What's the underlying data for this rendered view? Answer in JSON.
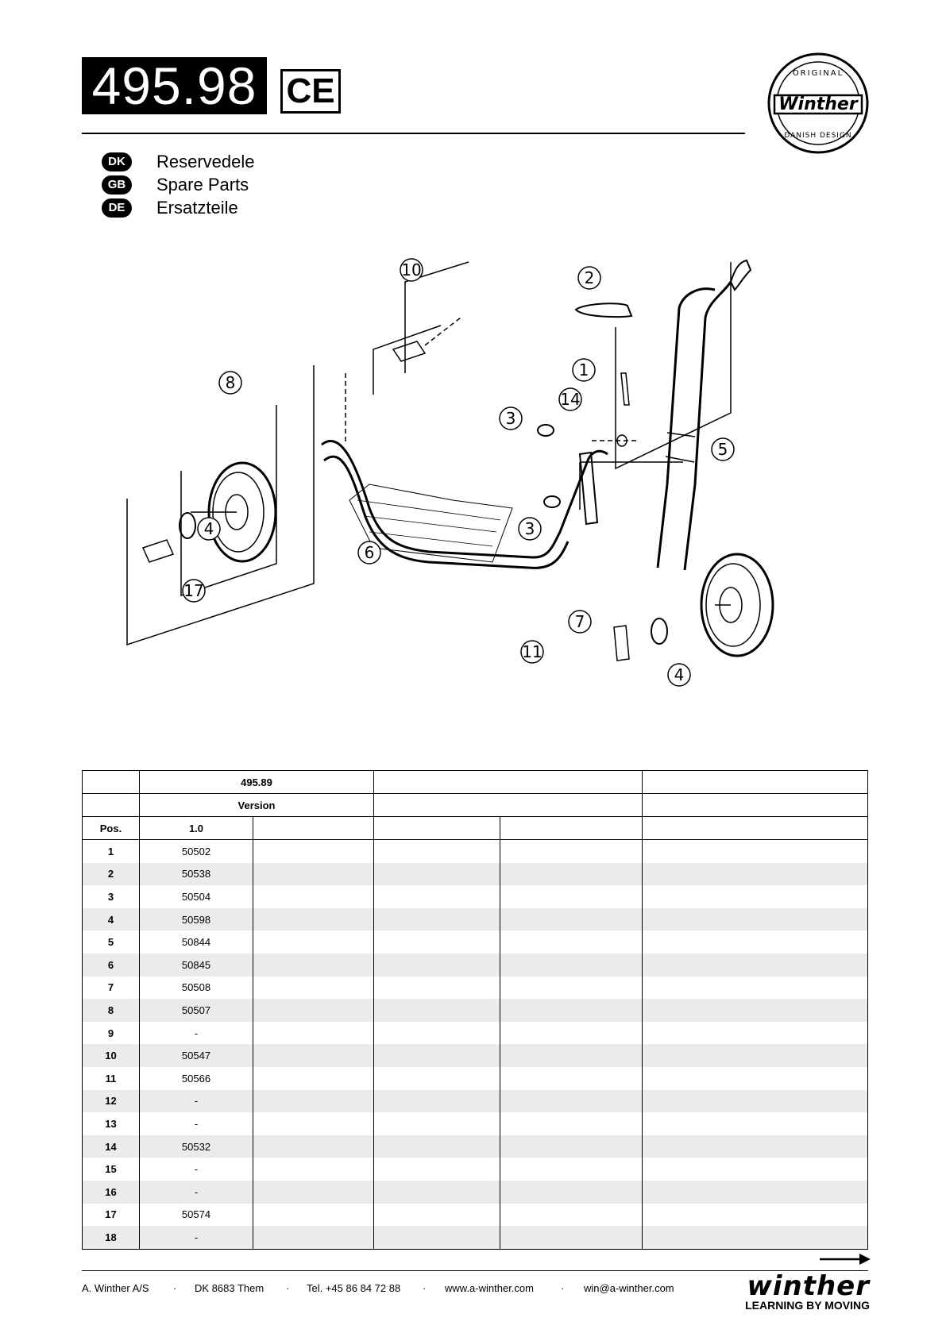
{
  "header": {
    "model_number": "495.98",
    "ce_mark": "CE",
    "languages": [
      {
        "code": "DK",
        "label": "Reservedele"
      },
      {
        "code": "GB",
        "label": "Spare Parts"
      },
      {
        "code": "DE",
        "label": "Ersatzteile"
      }
    ],
    "logo": {
      "top_text": "ORIGINAL",
      "name": "Winther",
      "bottom_text": "DANISH DESIGN"
    }
  },
  "diagram": {
    "callouts": [
      "10",
      "2",
      "8",
      "1",
      "14",
      "3",
      "5",
      "4",
      "3",
      "6",
      "17",
      "7",
      "11",
      "4"
    ]
  },
  "table": {
    "header_row1": [
      "",
      "495.89",
      "",
      ""
    ],
    "header_row2": [
      "",
      "Version",
      "",
      ""
    ],
    "header_row3": [
      "Pos.",
      "1.0",
      "",
      "",
      "",
      ""
    ],
    "rows": [
      {
        "pos": "1",
        "part": "50502"
      },
      {
        "pos": "2",
        "part": "50538"
      },
      {
        "pos": "3",
        "part": "50504"
      },
      {
        "pos": "4",
        "part": "50598"
      },
      {
        "pos": "5",
        "part": "50844"
      },
      {
        "pos": "6",
        "part": "50845"
      },
      {
        "pos": "7",
        "part": "50508"
      },
      {
        "pos": "8",
        "part": "50507"
      },
      {
        "pos": "9",
        "part": "-"
      },
      {
        "pos": "10",
        "part": "50547"
      },
      {
        "pos": "11",
        "part": "50566"
      },
      {
        "pos": "12",
        "part": "-"
      },
      {
        "pos": "13",
        "part": "-"
      },
      {
        "pos": "14",
        "part": "50532"
      },
      {
        "pos": "15",
        "part": "-"
      },
      {
        "pos": "16",
        "part": "-"
      },
      {
        "pos": "17",
        "part": "50574"
      },
      {
        "pos": "18",
        "part": "-"
      }
    ]
  },
  "footer": {
    "company": "A. Winther A/S",
    "address": "DK 8683 Them",
    "phone": "Tel. +45 86 84 72 88",
    "website": "www.a-winther.com",
    "email": "win@a-winther.com",
    "separator": "·",
    "brand": "winther",
    "slogan": "LEARNING BY MOVING",
    "next_page_icon": "arrow-right-icon"
  }
}
